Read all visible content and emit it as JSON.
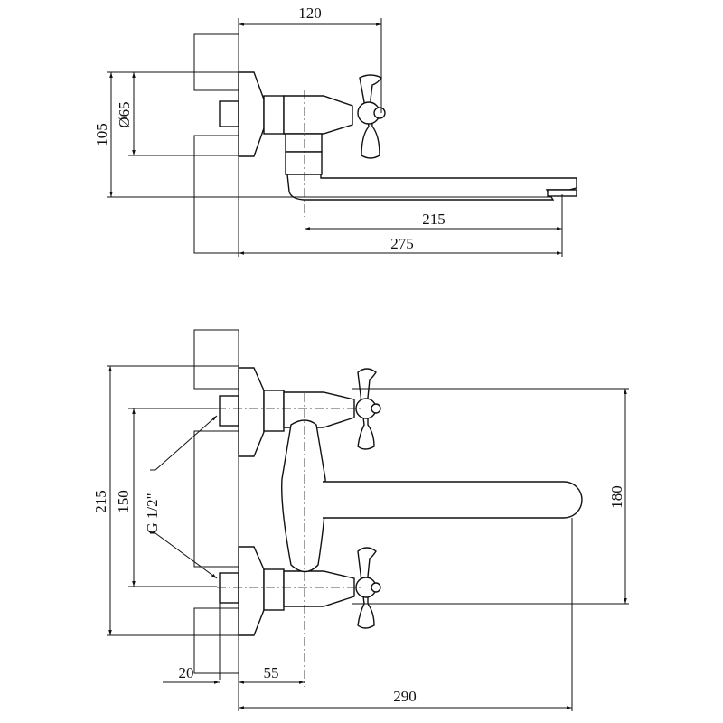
{
  "top_view": {
    "dims": {
      "width_120": "120",
      "height_105": "105",
      "diameter_65": "Ø65",
      "spout_215": "215",
      "reach_275": "275"
    }
  },
  "front_view": {
    "dims": {
      "height_215": "215",
      "centers_150": "150",
      "thread": "G 1/2\"",
      "height_180": "180",
      "reach_290": "290",
      "depth_20": "20",
      "offset_55": "55"
    }
  }
}
